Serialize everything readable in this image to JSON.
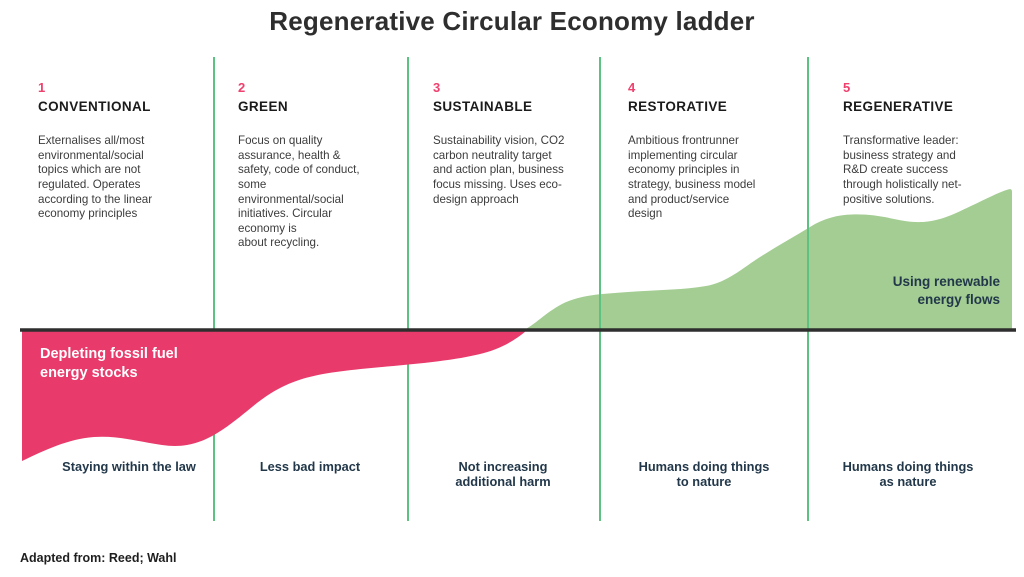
{
  "title": "Regenerative Circular Economy ladder",
  "colors": {
    "accent_pink": "#f0406d",
    "wave_pink": "#e83a6b",
    "wave_green": "#a3cd92",
    "divider_green": "#5cc281",
    "axis_line": "#2e2e2e",
    "navy_text": "#22384a",
    "heading_text": "#1b1b1b",
    "body_text": "#3c3c3c"
  },
  "columns": [
    {
      "number": "1",
      "name": "CONVENTIONAL",
      "description": "Externalises all/most\nenvironmental/social\ntopics which are not\nregulated. Operates\naccording to the linear\neconomy principles",
      "bottom_label": "Staying within the law"
    },
    {
      "number": "2",
      "name": "GREEN",
      "description": "Focus on quality\nassurance, health &\nsafety, code of conduct,\nsome\nenvironmental/social\ninitiatives. Circular\neconomy is\nabout recycling.",
      "bottom_label": "Less bad impact"
    },
    {
      "number": "3",
      "name": "SUSTAINABLE",
      "description": "Sustainability vision, CO2\ncarbon neutrality target\nand action plan, business\nfocus missing. Uses eco-\ndesign approach",
      "bottom_label": "Not increasing\nadditional harm"
    },
    {
      "number": "4",
      "name": "RESTORATIVE",
      "description": "Ambitious frontrunner\nimplementing circular\neconomy principles in\nstrategy, business model\nand product/service\ndesign",
      "bottom_label": "Humans doing things\nto nature"
    },
    {
      "number": "5",
      "name": "REGENERATIVE",
      "description": "Transformative leader:\nbusiness strategy and\nR&D create success\nthrough holistically net-\npositive solutions.",
      "bottom_label": "Humans doing things\nas nature"
    }
  ],
  "wave": {
    "negative_label": "Depleting fossil fuel\nenergy stocks",
    "positive_label": "Using renewable\nenergy flows"
  },
  "footer": "Adapted from: Reed; Wahl"
}
